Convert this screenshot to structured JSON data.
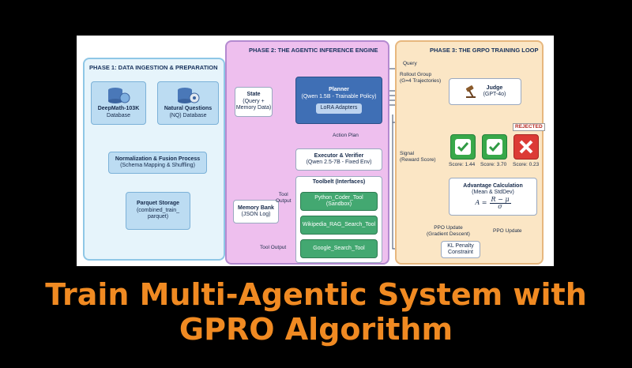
{
  "phase1": {
    "title": "PHASE 1: DATA INGESTION & PREPARATION",
    "deepmath": {
      "line1": "DeepMath-103K",
      "line2": "Database"
    },
    "nq": {
      "line1": "Natural Questions",
      "line2": "(NQ) Database"
    },
    "normalization": {
      "line1": "Normalization & Fusion Process",
      "line2": "(Schema Mapping & Shuffling)"
    },
    "parquet": {
      "line1": "Parquet Storage",
      "line2": "(combined_train_",
      "line3": "parquet)"
    }
  },
  "phase2": {
    "title": "PHASE 2: THE AGENTIC INFERENCE ENGINE",
    "state": {
      "line1": "State",
      "line2": "(Query +",
      "line3": "Memory Data)"
    },
    "planner": {
      "line1": "Planner",
      "line2": "(Qwen 1.5B - Trainable Policy)",
      "lora": "LoRA Adapters"
    },
    "action_plan": "Action Plan",
    "executor": {
      "line1": "Executor & Verifier",
      "line2": "(Qwen 2.5-7B - Fixed Env)"
    },
    "toolbelt": "Toolbelt (Interfaces)",
    "tools": [
      "Python_Coder_Tool\n(Sandbox)",
      "Wikipedia_RAG_Search_Tool",
      "Google_Search_Tool"
    ],
    "memory": {
      "line1": "Memory Bank",
      "line2": "(JSON Log)"
    },
    "tool_output_1": {
      "line1": "Tool",
      "line2": "Output"
    },
    "tool_output_2": "Tool Output"
  },
  "phase3": {
    "title": "PHASE 3: THE GRPO TRAINING LOOP",
    "query": "Query",
    "rollout": {
      "line1": "Rollout Group",
      "line2": "(G=4 Trajectories)"
    },
    "judge": {
      "line1": "Judge",
      "line2": "(GPT-4o)"
    },
    "rejected": "REJECTED",
    "scores": [
      "Score: 1.44",
      "Score: 3.70",
      "Score: 0.23"
    ],
    "signal": {
      "line1": "Signal",
      "line2": "(Reward Score)"
    },
    "advantage": {
      "line1": "Advantage Calculation",
      "line2": "(Mean & StdDev)",
      "formula_lhs": "A =",
      "formula_num": "R − μ",
      "formula_den": "σ"
    },
    "ppo_left": {
      "line1": "PPO Update",
      "line2": "(Gradient Descent)"
    },
    "ppo_right": "PPO Update",
    "kl": {
      "line1": "KL Penalty",
      "line2": "Constraint"
    }
  },
  "caption": {
    "line1": "Train Multi-Agentic System with",
    "line2": "GPRO Algorithm"
  },
  "colors": {
    "background": "#000000",
    "caption": "#f08a22",
    "phase1": "#e6f4fb",
    "phase2": "#eebfee",
    "phase3": "#fbe6c5",
    "planner": "#3f6fb5",
    "accept": "#38a84a",
    "reject": "#dc3a35"
  },
  "icons": [
    "database-icon",
    "brain-icon",
    "gear-icon",
    "cylinder-icon",
    "robot-icon",
    "toolbox-icon",
    "python-icon",
    "wikipedia-icon",
    "google-icon",
    "gavel-icon",
    "check-icon",
    "cross-icon",
    "calculator-icon"
  ]
}
